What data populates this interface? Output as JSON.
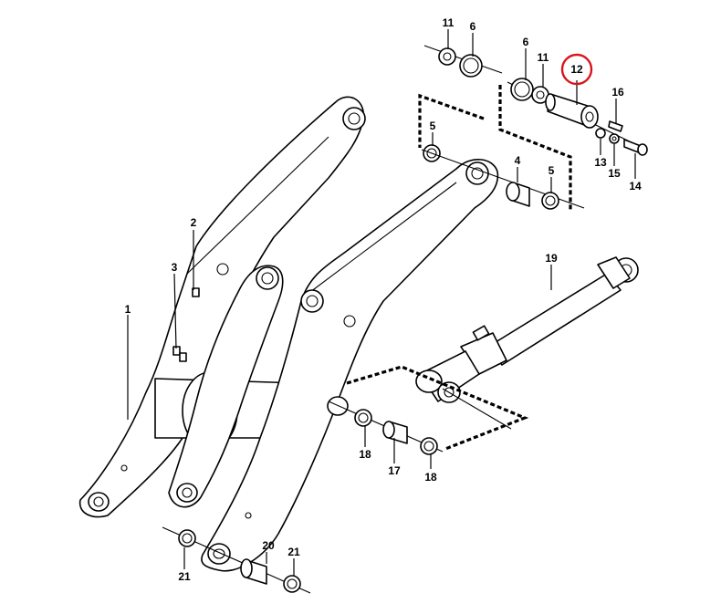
{
  "diagram": {
    "callouts": [
      {
        "id": "c1",
        "text": "1"
      },
      {
        "id": "c2",
        "text": "2"
      },
      {
        "id": "c3",
        "text": "3"
      },
      {
        "id": "c4",
        "text": "4"
      },
      {
        "id": "c5a",
        "text": "5"
      },
      {
        "id": "c5b",
        "text": "5"
      },
      {
        "id": "c6a",
        "text": "6"
      },
      {
        "id": "c6b",
        "text": "6"
      },
      {
        "id": "c11a",
        "text": "11"
      },
      {
        "id": "c11b",
        "text": "11"
      },
      {
        "id": "c12",
        "text": "12"
      },
      {
        "id": "c13",
        "text": "13"
      },
      {
        "id": "c14",
        "text": "14"
      },
      {
        "id": "c15",
        "text": "15"
      },
      {
        "id": "c16",
        "text": "16"
      },
      {
        "id": "c17",
        "text": "17"
      },
      {
        "id": "c18a",
        "text": "18"
      },
      {
        "id": "c18b",
        "text": "18"
      },
      {
        "id": "c19",
        "text": "19"
      },
      {
        "id": "c20",
        "text": "20"
      },
      {
        "id": "c21a",
        "text": "21"
      },
      {
        "id": "c21b",
        "text": "21"
      }
    ],
    "highlighted_callout": "12",
    "colors": {
      "lines": "#000000",
      "background": "#ffffff",
      "highlight": "#d9151c"
    }
  }
}
